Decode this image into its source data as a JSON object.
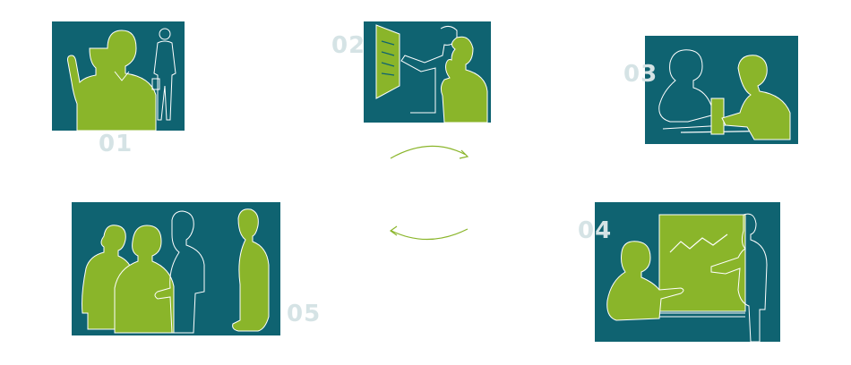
{
  "colors": {
    "panel": "#0f6371",
    "figure_green": "#8ab52a",
    "outline": "#ffffff",
    "number": "#d5e3e5",
    "arrow": "#8ab52a"
  },
  "steps": [
    {
      "number": "01",
      "icon": "presenter-pointing-icon"
    },
    {
      "number": "02",
      "icon": "person-at-board-icon"
    },
    {
      "number": "03",
      "icon": "meeting-at-table-icon"
    },
    {
      "number": "04",
      "icon": "chart-presentation-icon"
    },
    {
      "number": "05",
      "icon": "team-group-icon"
    }
  ],
  "arrows": [
    {
      "icon": "curved-arrow-right-icon"
    },
    {
      "icon": "curved-arrow-left-icon"
    }
  ]
}
